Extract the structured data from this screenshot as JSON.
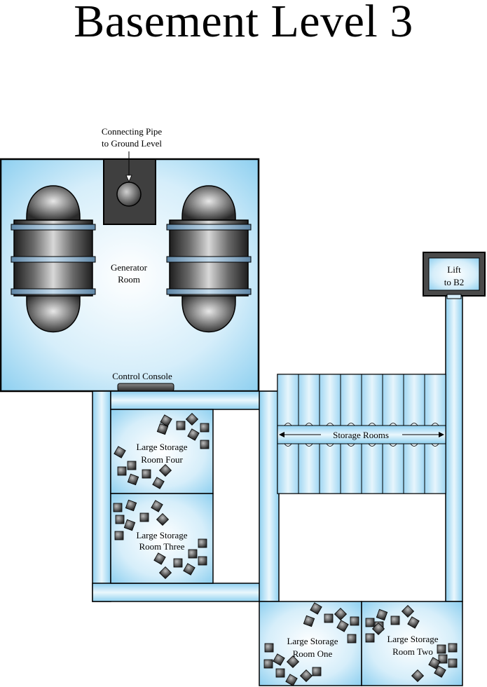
{
  "title": "Basement Level 3",
  "labels": {
    "connecting_pipe_line1": "Connecting Pipe",
    "connecting_pipe_line2": "to Ground Level",
    "generator_line1": "Generator",
    "generator_line2": "Room",
    "control_console": "Control Console",
    "lift_line1": "Lift",
    "lift_line2": "to B2",
    "storage_rooms": "Storage Rooms",
    "room_four_line1": "Large Storage",
    "room_four_line2": "Room Four",
    "room_three_line1": "Large Storage",
    "room_three_line2": "Room Three",
    "room_one_line1": "Large Storage",
    "room_one_line2": "Room One",
    "room_two_line1": "Large Storage",
    "room_two_line2": "Room Two"
  },
  "colors": {
    "floor_light": "#eaf6fd",
    "floor_mid": "#bfe4f7",
    "floor_dark": "#8fd0f0",
    "wall": "#000000",
    "machinery_dark": "#3a3a3a",
    "machinery_light": "#c8c8c8",
    "band_blue": "#7fa8c9"
  }
}
